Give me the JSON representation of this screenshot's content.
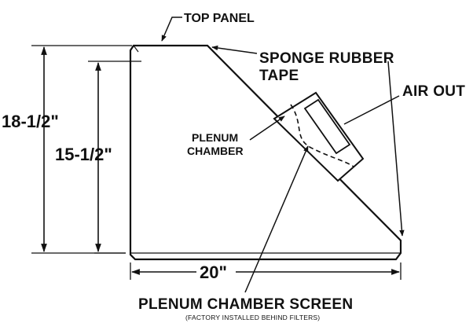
{
  "labels": {
    "top_panel": "TOP PANEL",
    "sponge_rubber_line1": "SPONGE RUBBER",
    "sponge_rubber_line2": "TAPE",
    "air_out": "AIR OUT",
    "plenum_chamber_line1": "PLENUM",
    "plenum_chamber_line2": "CHAMBER",
    "plenum_chamber_screen": "PLENUM CHAMBER SCREEN",
    "factory_note": "(FACTORY INSTALLED BEHIND FILTERS)"
  },
  "dimensions": {
    "overall_height": "18-1/2\"",
    "inner_height": "15-1/2\"",
    "width": "20\""
  }
}
